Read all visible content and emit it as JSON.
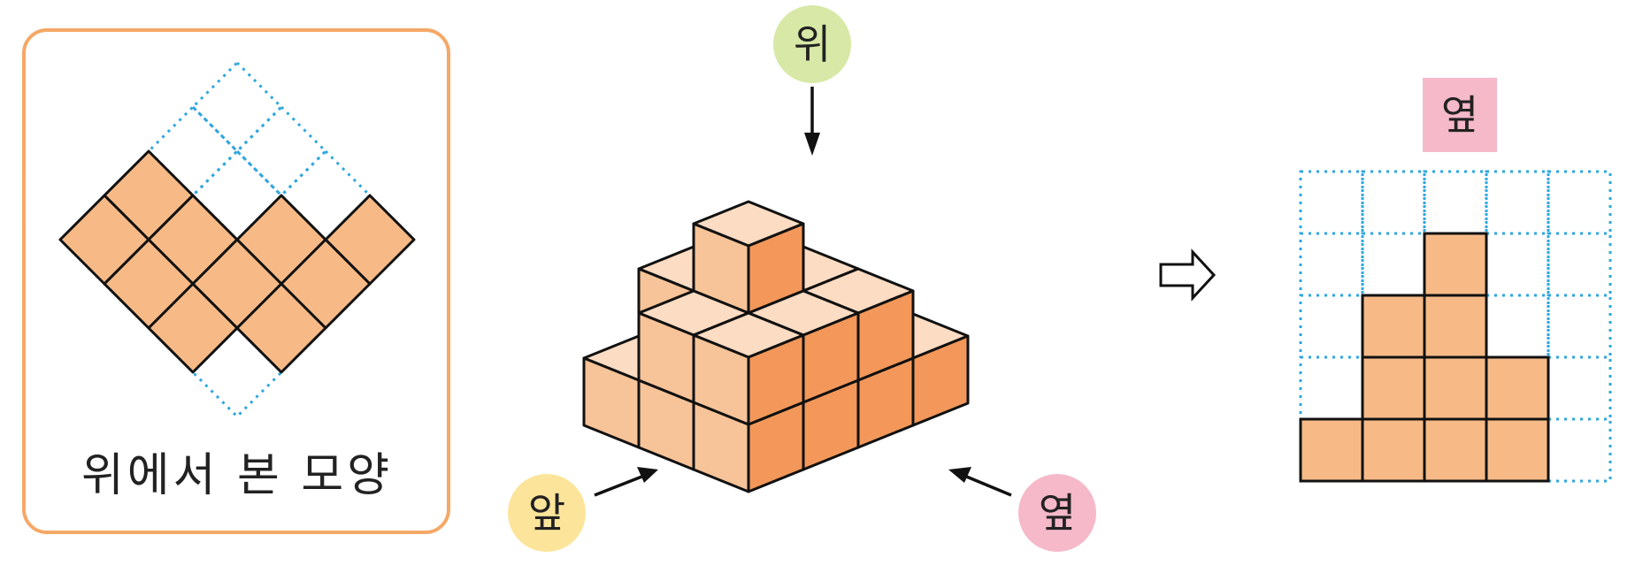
{
  "top_view_panel": {
    "caption": "위에서 본 모양",
    "border_color": "#F5A867"
  },
  "cube_diagram": {
    "label_top": "위",
    "label_front": "앞",
    "label_side": "옆"
  },
  "side_view": {
    "label": "옆",
    "grid_cols": 5,
    "grid_rows": 5,
    "column_heights": [
      1,
      3,
      4,
      2,
      0
    ]
  },
  "colors": {
    "cube_top": "#FCDCC3",
    "cube_front": "#F7C398",
    "cube_side": "#F3985A",
    "square_fill": "#F7BA87",
    "dotted_line": "#2EA6DE",
    "label_top_bg": "#D8E8A6",
    "label_front_bg": "#FCE49A",
    "label_side_bg": "#F6B9C9",
    "side_label_bg": "#F6B9C9"
  }
}
